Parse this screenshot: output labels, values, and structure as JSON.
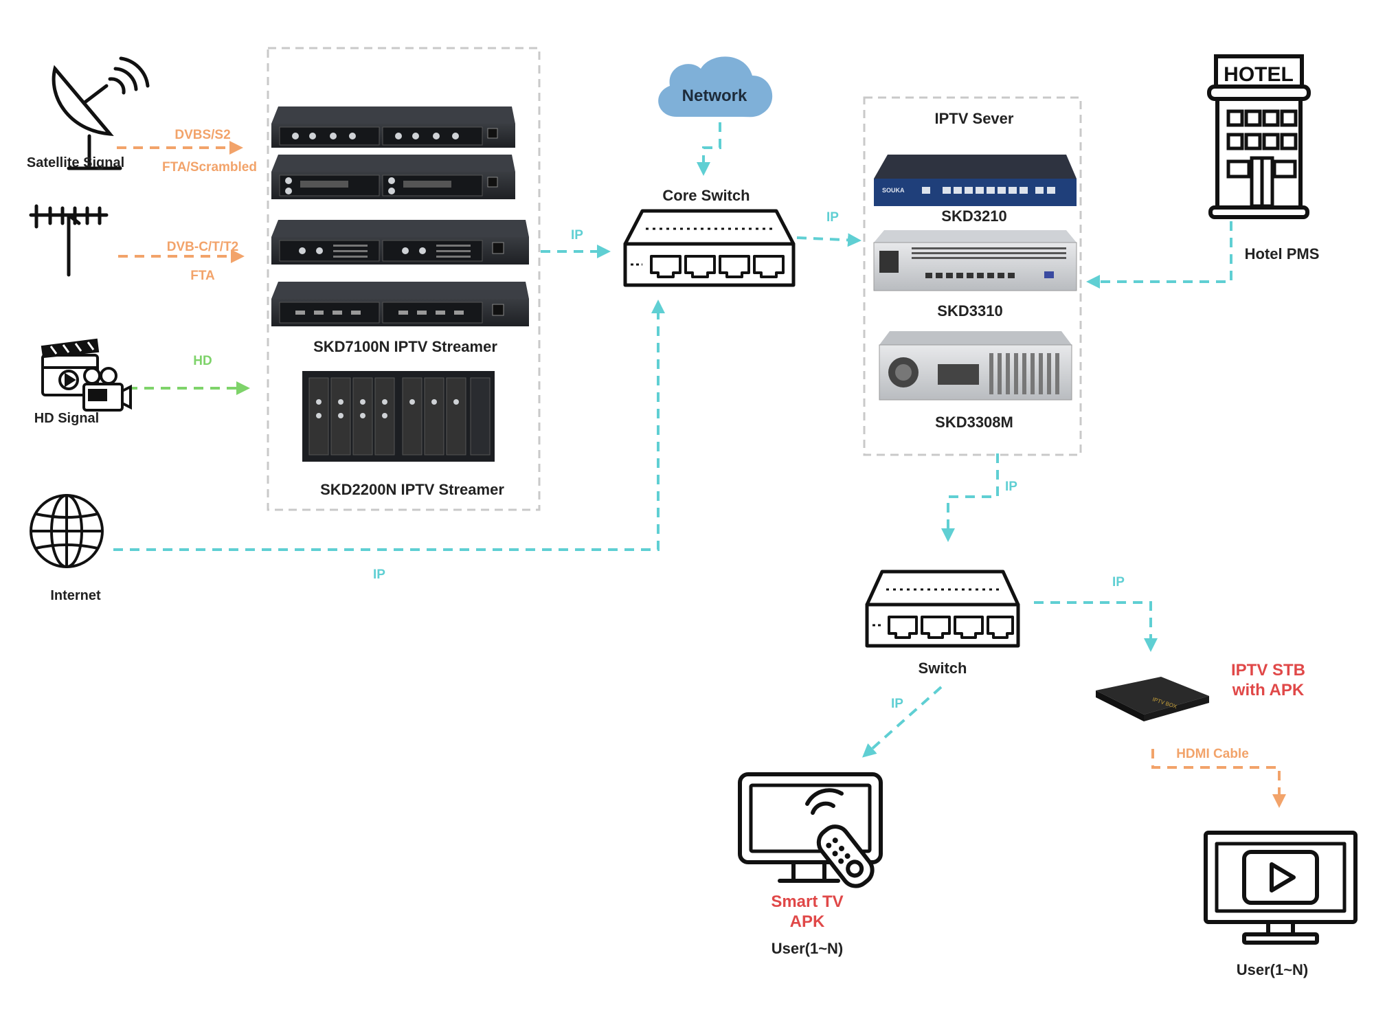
{
  "colors": {
    "ip_line": "#5fcfd3",
    "analog_line": "#f2a36a",
    "hd_line": "#7ed36a",
    "highlight_red": "#e04848",
    "dark": "#111111",
    "text": "#222222",
    "cloud": "#7fb0d8",
    "cloud_text": "#1d2b3a",
    "group_border": "#c9c9c9"
  },
  "sources": {
    "satellite": {
      "label": "Satellite Signal",
      "icon": "satellite-dish-icon",
      "line_top": "DVBS/S2",
      "line_bottom": "FTA/Scrambled"
    },
    "terrestrial": {
      "label": "",
      "icon": "antenna-icon",
      "line_top": "DVB-C/T/T2",
      "line_bottom": "FTA"
    },
    "hd": {
      "label": "HD Signal",
      "icon": "camera-clapper-icon",
      "line_top": "HD"
    },
    "internet": {
      "label": "Internet",
      "icon": "globe-icon",
      "line_label": "IP"
    }
  },
  "streamers": {
    "skd7100n": "SKD7100N IPTV Streamer",
    "skd2200n": "SKD2200N IPTV Streamer",
    "out_line_label": "IP"
  },
  "network": {
    "label": "Network"
  },
  "core_switch": {
    "label": "Core Switch",
    "out_line_label": "IP"
  },
  "iptv_server": {
    "title": "IPTV Sever",
    "models": [
      "SKD3210",
      "SKD3310",
      "SKD3308M"
    ],
    "brand": "SOUKA",
    "out_line_label": "IP"
  },
  "hotel": {
    "sign": "HOTEL",
    "label": "Hotel PMS",
    "icon": "hotel-icon"
  },
  "switch": {
    "label": "Switch",
    "line_to_tv": "IP",
    "line_to_stb": "IP"
  },
  "smart_tv": {
    "title_line1": "Smart TV",
    "title_line2": "APK",
    "user": "User(1~N)",
    "icon": "smart-tv-remote-icon"
  },
  "stb": {
    "title_line1": "IPTV STB",
    "title_line2": "with APK",
    "box_text": "IPTV BOX",
    "cable": "HDMI Cable"
  },
  "tv_user": {
    "user": "User(1~N)",
    "icon": "tv-play-icon"
  }
}
